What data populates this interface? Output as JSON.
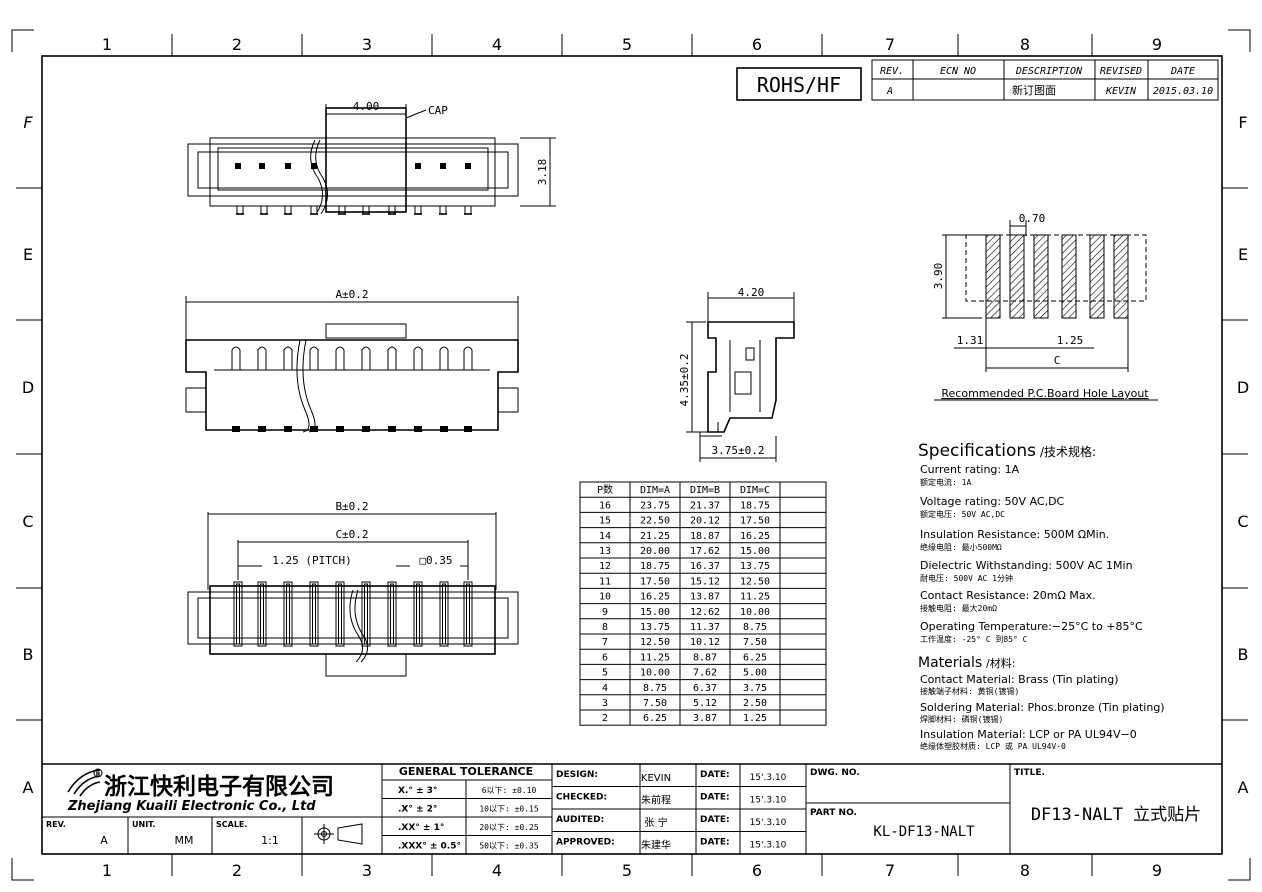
{
  "frame": {
    "columns": [
      "1",
      "2",
      "3",
      "4",
      "5",
      "6",
      "7",
      "8",
      "9"
    ],
    "rows": [
      "F",
      "E",
      "D",
      "C",
      "B",
      "A"
    ]
  },
  "rohs_badge": "ROHS/HF",
  "revision_table": {
    "headers": [
      "REV.",
      "ECN NO",
      "DESCRIPTION",
      "REVISED",
      "DATE"
    ],
    "row": [
      "A",
      "",
      "新订图面",
      "KEVIN",
      "2015.03.10"
    ]
  },
  "views": {
    "top": {
      "cap_dim": "4.00",
      "cap_label": "CAP",
      "height_dim": "3.18"
    },
    "front": {
      "width_dim": "A±0.2"
    },
    "side": {
      "top_dim": "4.20",
      "height_dim": "4.35±0.2",
      "bottom_dim": "3.75±0.2"
    },
    "bottom": {
      "b_dim": "B±0.2",
      "c_dim": "C±0.2",
      "pitch_dim": "1.25 (PITCH)",
      "square_dim": "□0.35"
    },
    "pcb": {
      "pad_dim": "0.70",
      "height_dim": "3.90",
      "left_dim": "1.31",
      "pitch_dim": "1.25",
      "c_dim": "C",
      "caption": "Recommended P.C.Board Hole Layout"
    }
  },
  "dim_table": {
    "headers": [
      "P数",
      "DIM=A",
      "DIM=B",
      "DIM=C"
    ],
    "rows": [
      [
        "16",
        "23.75",
        "21.37",
        "18.75"
      ],
      [
        "15",
        "22.50",
        "20.12",
        "17.50"
      ],
      [
        "14",
        "21.25",
        "18.87",
        "16.25"
      ],
      [
        "13",
        "20.00",
        "17.62",
        "15.00"
      ],
      [
        "12",
        "18.75",
        "16.37",
        "13.75"
      ],
      [
        "11",
        "17.50",
        "15.12",
        "12.50"
      ],
      [
        "10",
        "16.25",
        "13.87",
        "11.25"
      ],
      [
        "9",
        "15.00",
        "12.62",
        "10.00"
      ],
      [
        "8",
        "13.75",
        "11.37",
        "8.75"
      ],
      [
        "7",
        "12.50",
        "10.12",
        "7.50"
      ],
      [
        "6",
        "11.25",
        "8.87",
        "6.25"
      ],
      [
        "5",
        "10.00",
        "7.62",
        "5.00"
      ],
      [
        "4",
        "8.75",
        "6.37",
        "3.75"
      ],
      [
        "3",
        "7.50",
        "5.12",
        "2.50"
      ],
      [
        "2",
        "6.25",
        "3.87",
        "1.25"
      ]
    ]
  },
  "specifications": {
    "heading": "Specifications",
    "heading_cn": "/技术规格:",
    "items": [
      {
        "en": "Current rating: 1A",
        "cn": "额定电流: 1A"
      },
      {
        "en": "Voltage rating: 50V AC,DC",
        "cn": "额定电压: 50V AC,DC"
      },
      {
        "en": "Insulation Resistance: 500M ΩMin.",
        "cn": "绝缘电阻: 最小500MΩ"
      },
      {
        "en": "Dielectric Withstanding:  500V AC   1Min",
        "cn": "耐电压: 500V AC  1分钟"
      },
      {
        "en": "Contact Resistance:  20mΩ Max.",
        "cn": "接触电阻: 最大20mΩ"
      },
      {
        "en": "Operating Temperature:−25°C to +85°C",
        "cn": "工作温度: -25° C 到85° C"
      }
    ],
    "materials_heading": "Materials",
    "materials_heading_cn": "/材料:",
    "materials": [
      {
        "en": "Contact Material: Brass (Tin plating)",
        "cn": "接触端子材料: 黄铜(镀锡)"
      },
      {
        "en": "Soldering Material: Phos.bronze (Tin plating)",
        "cn": "焊脚材料: 磷铜(镀锡)"
      },
      {
        "en": "Insulation Material: LCP or PA UL94V−0",
        "cn": "绝缘体塑胶材质: LCP 或 PA UL94V-0"
      }
    ]
  },
  "title_block": {
    "company_cn": "浙江快利电子有限公司",
    "company_en": "Zhejiang Kuaili Electronic Co., Ltd",
    "rev_label": "REV.",
    "rev_value": "A",
    "unit_label": "UNIT.",
    "unit_value": "MM",
    "scale_label": "SCALE.",
    "scale_value": "1:1",
    "tolerance_heading": "GENERAL TOLERANCE",
    "tolerances": [
      {
        "angle": "X.° ± 3°",
        "linear": "6以下: ±0.10"
      },
      {
        "angle": ".X° ± 2°",
        "linear": "10以下: ±0.15"
      },
      {
        "angle": ".XX° ± 1°",
        "linear": "20以下: ±0.25"
      },
      {
        "angle": ".XXX° ± 0.5°",
        "linear": "50以下: ±0.35"
      }
    ],
    "signoff": [
      {
        "role": "DESIGN:",
        "name": "KEVIN",
        "date_label": "DATE:",
        "date": "15'.3.10"
      },
      {
        "role": "CHECKED:",
        "name": "朱前程",
        "date_label": "DATE:",
        "date": "15'.3.10"
      },
      {
        "role": "AUDITED:",
        "name": "张 宁",
        "date_label": "DATE:",
        "date": "15'.3.10"
      },
      {
        "role": "APPROVED:",
        "name": "朱建华",
        "date_label": "DATE:",
        "date": "15'.3.10"
      }
    ],
    "dwg_label": "DWG. NO.",
    "part_label": "PART NO.",
    "part_value": "KL-DF13-NALT",
    "title_label": "TITLE.",
    "title_value": "DF13-NALT 立式贴片"
  }
}
